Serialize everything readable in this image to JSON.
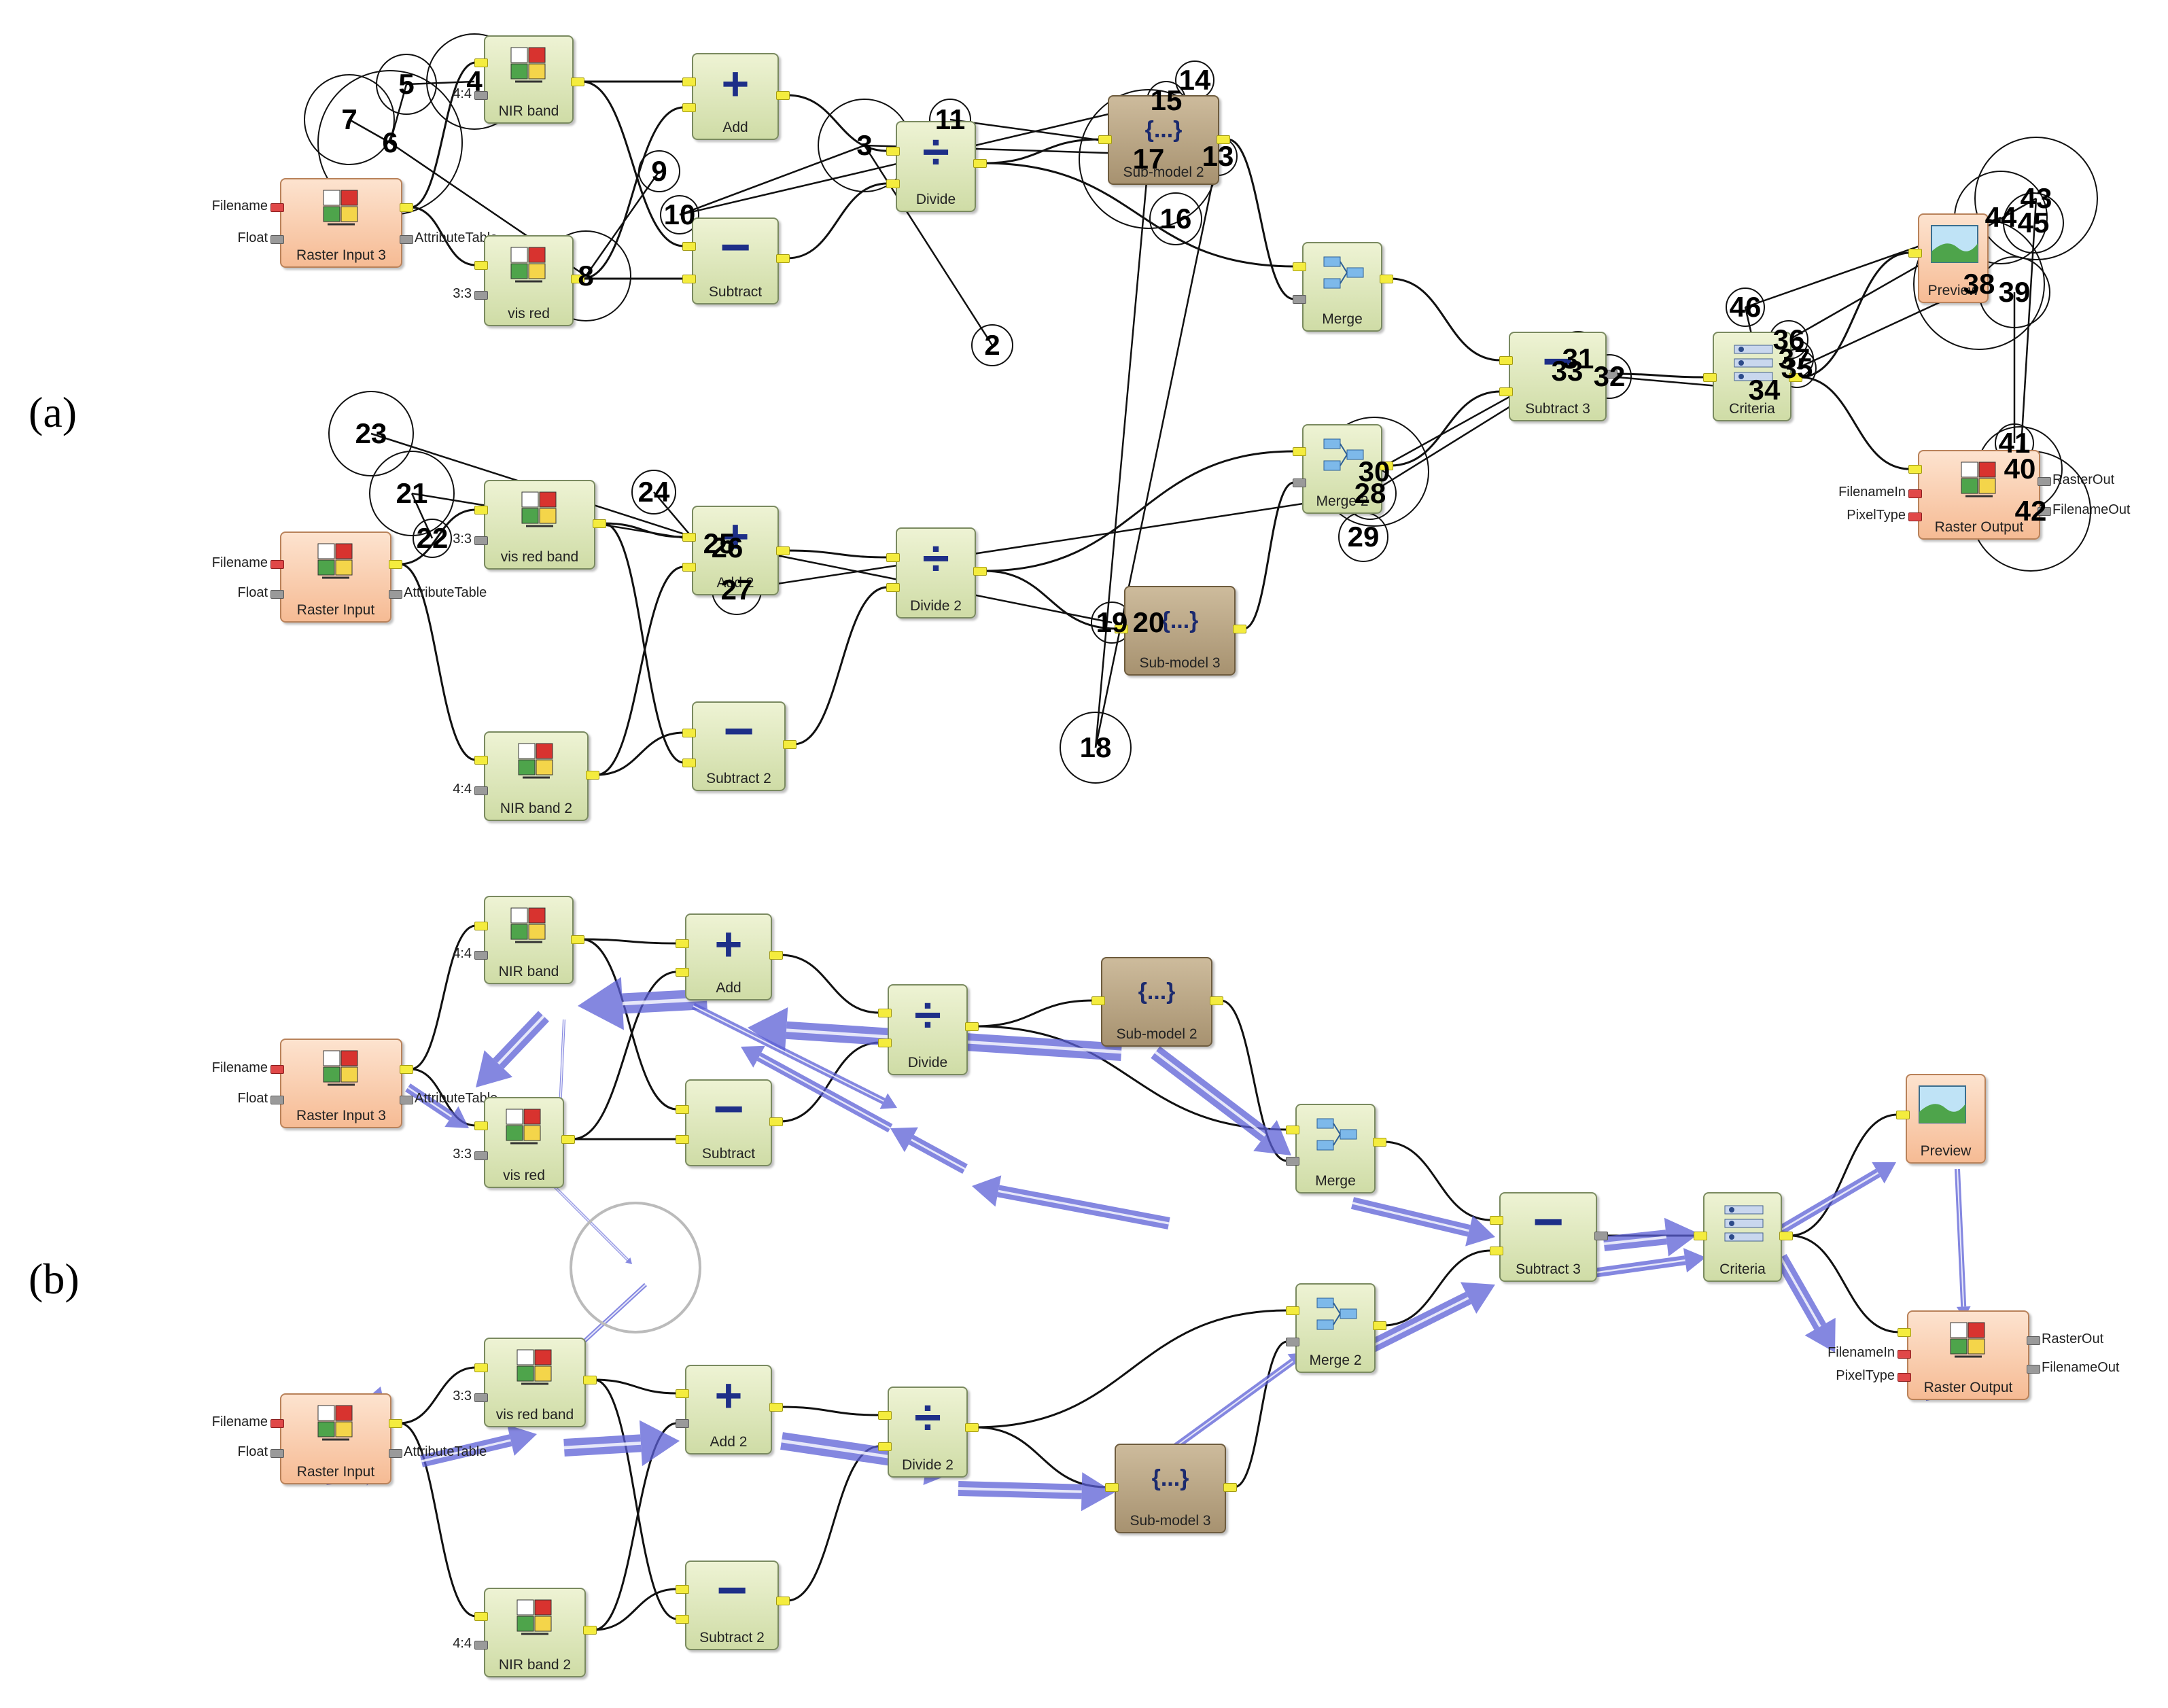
{
  "labels": {
    "panel_a": "(a)",
    "panel_b": "(b)"
  },
  "nodes": {
    "raster_input_3": "Raster Input 3",
    "nir_band": "NIR band",
    "vis_red": "vis red",
    "add": "Add",
    "subtract": "Subtract",
    "divide": "Divide",
    "sub_model_2": "Sub-model 2",
    "merge": "Merge",
    "subtract_3": "Subtract 3",
    "criteria": "Criteria",
    "preview": "Preview",
    "raster_output": "Raster Output",
    "raster_input": "Raster Input",
    "vis_red_band": "vis red band",
    "nir_band_2": "NIR band 2",
    "add_2": "Add 2",
    "subtract_2": "Subtract 2",
    "divide_2": "Divide 2",
    "sub_model_3": "Sub-model 3",
    "merge_2": "Merge 2"
  },
  "ports": {
    "filename": "Filename",
    "float": "Float",
    "attribute_table": "AttributeTable",
    "ratio_3_3": "3:3",
    "ratio_4_4": "4:4",
    "filename_in": "FilenameIn",
    "pixel_type": "PixelType",
    "raster_out": "RasterOut",
    "filename_out": "FilenameOut"
  },
  "symbols": {
    "plus": "+",
    "minus": "−",
    "divide": "÷",
    "submodel": "{...}"
  },
  "markers": [
    "2",
    "3",
    "4",
    "5",
    "6",
    "7",
    "8",
    "9",
    "10",
    "11",
    "13",
    "14",
    "15",
    "16",
    "17",
    "18",
    "19",
    "20",
    "21",
    "22",
    "23",
    "24",
    "25",
    "26",
    "27",
    "28",
    "29",
    "30",
    "31",
    "32",
    "33",
    "34",
    "35",
    "36",
    "37",
    "38",
    "39",
    "40",
    "41",
    "42",
    "43",
    "44",
    "45",
    "46"
  ],
  "colors": {
    "arrow": "#5b5fd6",
    "raster_io": "#f6bb94",
    "operator": "#d6e2b0",
    "submodel": "#b4a07e"
  }
}
